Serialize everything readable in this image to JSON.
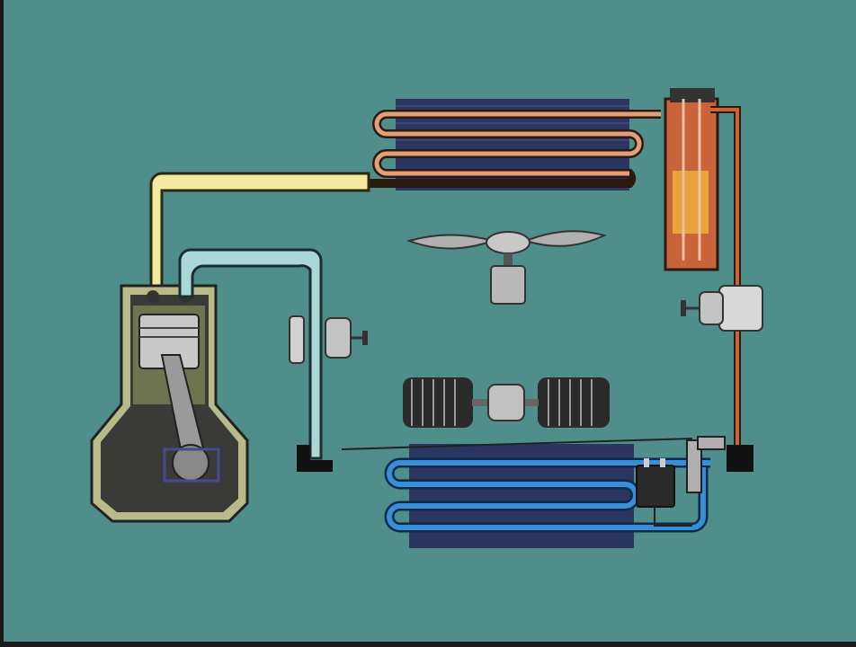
{
  "diagram": {
    "colors": {
      "background": "#4f8e8b",
      "high_pressure_gas_line": "#f3e9a0",
      "high_pressure_liquid_line": "#c8633a",
      "low_pressure_gas_line": "#a9d8d6",
      "low_pressure_liquid_line": "#2f7fc4",
      "compressor_body": "#6e7350",
      "fins": "#2a3560"
    },
    "components": [
      "compressor",
      "condenser",
      "receiver-drier",
      "condenser-fan",
      "high-side-service-valve",
      "low-side-service-valve",
      "evaporator-blower",
      "evaporator",
      "expansion-valve",
      "thermostat-switch"
    ]
  }
}
